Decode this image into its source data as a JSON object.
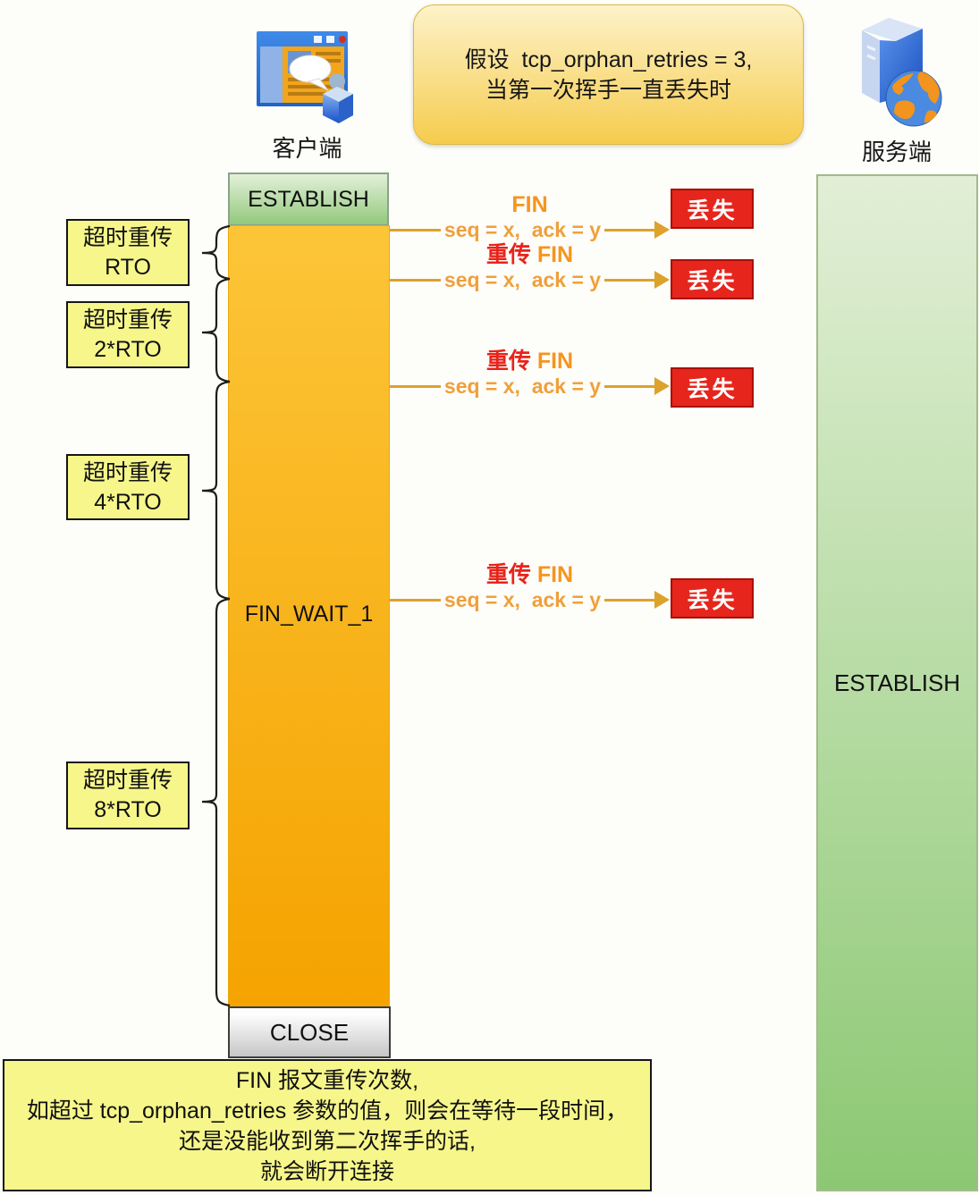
{
  "header": {
    "client_label": "客户端",
    "server_label": "服务端",
    "assumption_note": {
      "line1": "假设  tcp_orphan_retries = 3,",
      "line2": "当第一次挥手一直丢失时"
    }
  },
  "client_lifeline": {
    "establish_label": "ESTABLISH",
    "fin_wait_label": "FIN_WAIT_1",
    "close_label": "CLOSE"
  },
  "server_lifeline": {
    "establish_label": "ESTABLISH"
  },
  "timeout_notes": [
    {
      "line1": "超时重传",
      "line2": "RTO"
    },
    {
      "line1": "超时重传",
      "line2": "2*RTO"
    },
    {
      "line1": "超时重传",
      "line2": "4*RTO"
    },
    {
      "line1": "超时重传",
      "line2": "8*RTO"
    }
  ],
  "messages": [
    {
      "retrans": "",
      "name": "FIN",
      "detail": "seq = x,  ack = y",
      "lost": "丢失"
    },
    {
      "retrans": "重传",
      "name": " FIN",
      "detail": "seq = x,  ack = y",
      "lost": "丢失"
    },
    {
      "retrans": "重传",
      "name": " FIN",
      "detail": "seq = x,  ack = y",
      "lost": "丢失"
    },
    {
      "retrans": "重传",
      "name": " FIN",
      "detail": "seq = x,  ack = y",
      "lost": "丢失"
    }
  ],
  "footer_note": {
    "line1": "FIN 报文重传次数,",
    "line2": "如超过 tcp_orphan_retries 参数的值，则会在等待一段时间，",
    "line3": "还是没能收到第二次挥手的话,",
    "line4": "就会断开连接"
  },
  "colors": {
    "arrow": "#dca22b",
    "fin_text": "#f5951d",
    "retrans_text": "#e8231b",
    "lost_bg": "#e6251c",
    "client_column": "#f5a300",
    "server_column": "#8cc873",
    "note_yellow": "#f6f68b",
    "assumption_gold": "#f6cc4e"
  }
}
